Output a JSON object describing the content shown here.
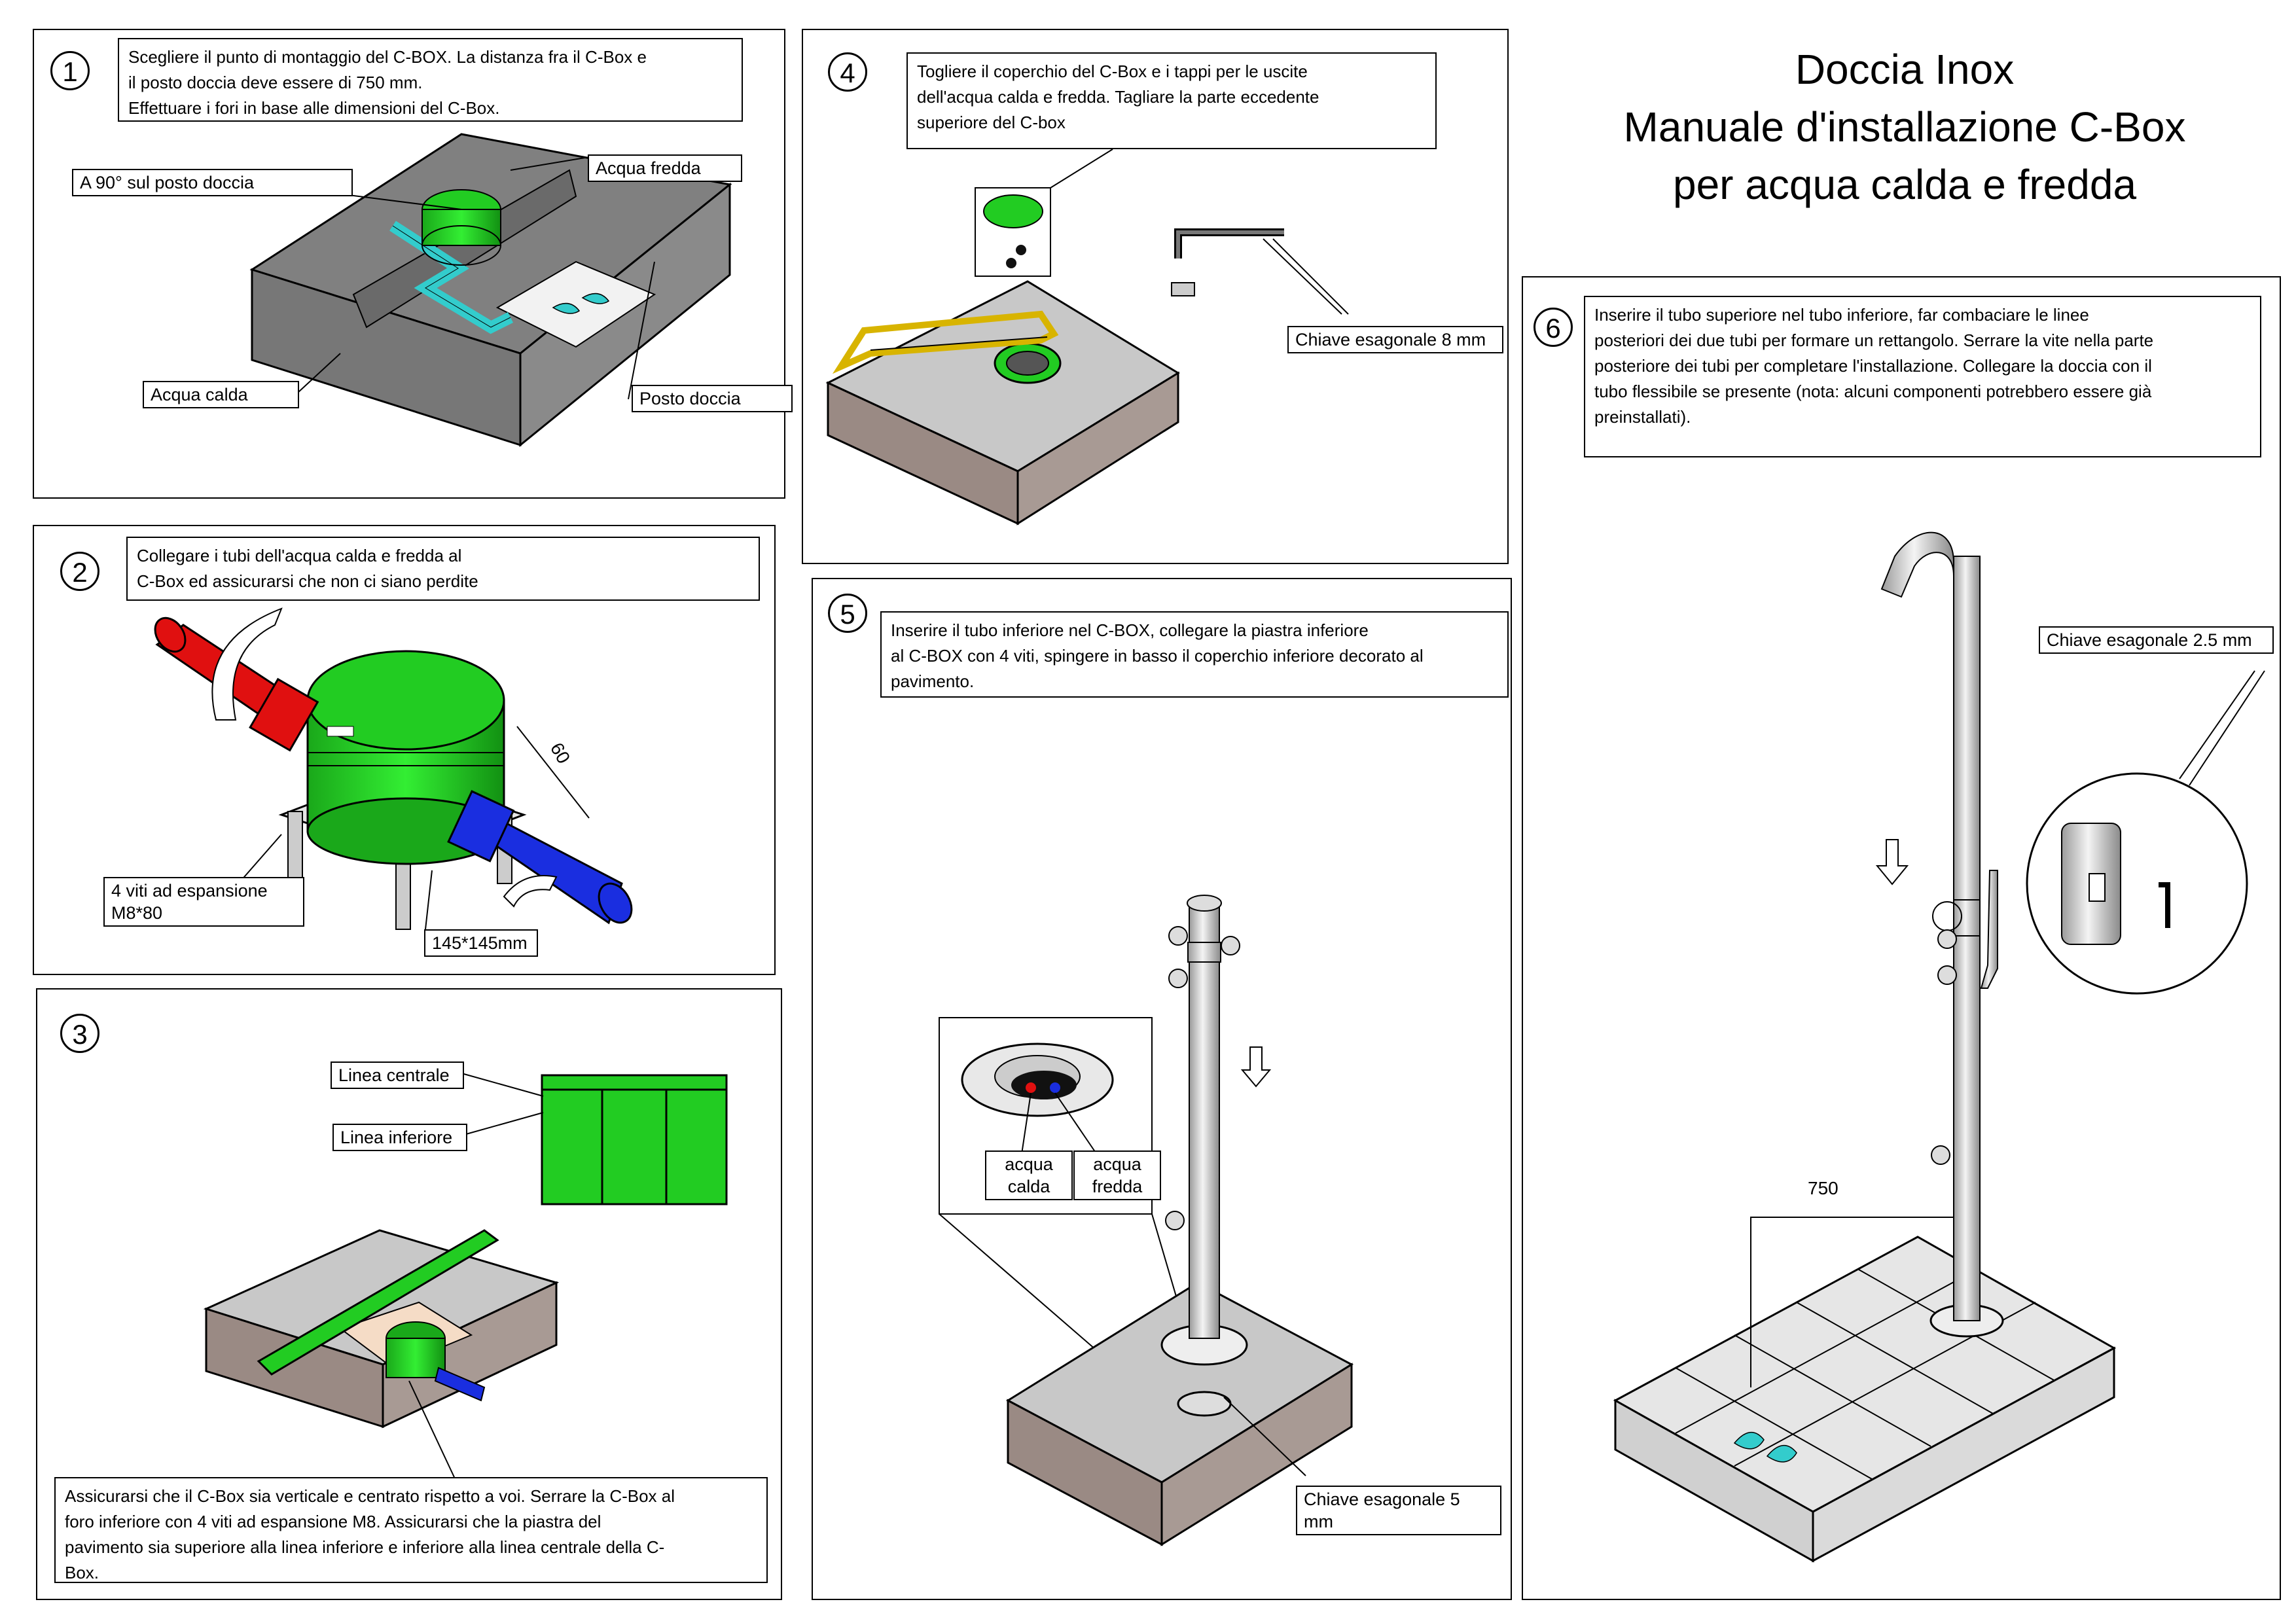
{
  "title": {
    "line1": "Doccia Inox",
    "line2": "Manuale d'installazione C-Box",
    "line3": "per acqua calda e fredda"
  },
  "step1": {
    "number": "1",
    "instruction": "Scegliere il punto di montaggio del C-BOX. La distanza fra il C-Box e\nil posto doccia deve essere di 750 mm.\nEffettuare i fori in base alle dimensioni del C-Box.",
    "label_90": "A 90° sul posto doccia",
    "label_cold": "Acqua fredda",
    "label_hot": "Acqua calda",
    "label_shower_spot": "Posto doccia"
  },
  "step2": {
    "number": "2",
    "instruction": "Collegare i tubi dell'acqua calda e fredda al\nC-Box ed assicurarsi che non ci siano perdite",
    "label_screws": "4 viti ad espansione\nM8*80",
    "label_size": "145*145mm",
    "dimension": "60"
  },
  "step3": {
    "number": "3",
    "label_center_line": "Linea centrale",
    "label_lower_line": "Linea inferiore",
    "instruction": "Assicurarsi che il C-Box sia verticale e centrato rispetto a voi. Serrare la C-Box al\nforo inferiore con 4 viti ad espansione M8. Assicurarsi che la piastra del\npavimento sia superiore alla linea inferiore e inferiore alla linea centrale della C-\nBox."
  },
  "step4": {
    "number": "4",
    "instruction": "Togliere il coperchio del C-Box e i tappi per le uscite\ndell'acqua calda e fredda. Tagliare la parte eccedente\nsuperiore del C-box",
    "label_key": "Chiave esagonale 8 mm"
  },
  "step5": {
    "number": "5",
    "instruction": "Inserire il tubo inferiore nel C-BOX, collegare la piastra inferiore\nal C-BOX con 4 viti, spingere in basso il coperchio inferiore decorato al\npavimento.",
    "label_hot": "acqua\ncalda",
    "label_cold": "acqua\nfredda",
    "label_key": "Chiave esagonale 5 mm"
  },
  "step6": {
    "number": "6",
    "instruction": "Inserire il tubo superiore nel tubo inferiore, far combaciare le linee\nposteriori dei due tubi per formare un rettangolo. Serrare la vite nella parte\nposteriore dei tubi per completare l'installazione. Collegare la doccia con il\ntubo flessibile se presente (nota: alcuni componenti potrebbero essere già\npreinstallati).",
    "label_key": "Chiave esagonale 2.5 mm",
    "dimension": "750"
  },
  "colors": {
    "green": "#22cc22",
    "red": "#e01010",
    "blue": "#1a2ee0",
    "cyan": "#33cccc",
    "slab_top": "#808080",
    "slab_side": "#9a8a84",
    "tile": "#c8c8c8"
  }
}
